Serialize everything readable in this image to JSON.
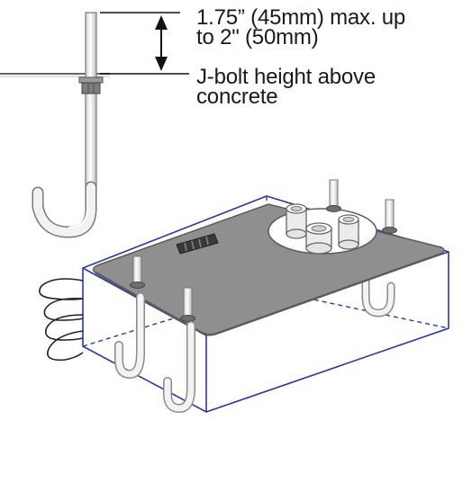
{
  "annotation": {
    "height_line1": "1.75” (45mm) max. up",
    "height_line2": "to 2\" (50mm)",
    "jbolt_line1": "J-bolt height above",
    "jbolt_line2": "concrete"
  },
  "colors": {
    "plate": "#8f8f8f",
    "plate_edge": "#5c5c5c",
    "concrete_outline": "#2b3a9c",
    "bolt": "#eeeeee",
    "bolt_edge": "#7a7a7a",
    "dimension_line": "#111111",
    "text": "#1a1a1a"
  }
}
